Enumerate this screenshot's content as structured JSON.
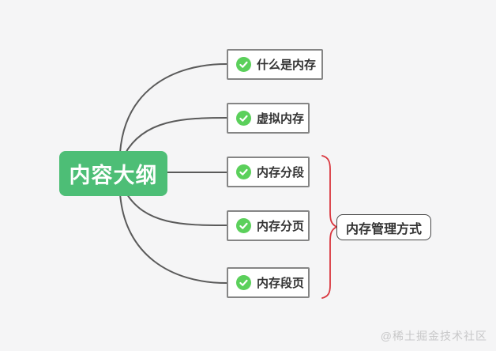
{
  "canvas": {
    "background": "#f5f5f6"
  },
  "mindmap": {
    "root": {
      "label": "内容大纲",
      "color": "#4dbe76",
      "text_color": "#ffffff"
    },
    "branch_icon": {
      "name": "check-circle",
      "color": "#5bd05b",
      "check_color": "#ffffff"
    },
    "branches": [
      {
        "label": "什么是内存"
      },
      {
        "label": "虚拟内存"
      },
      {
        "label": "内存分段"
      },
      {
        "label": "内存分页"
      },
      {
        "label": "内存段页"
      }
    ],
    "connector_color": "#5a5a5a",
    "group": {
      "label": "内存管理方式",
      "brace_color": "#d9363e",
      "grouped_branches": [
        "内存分段",
        "内存分页",
        "内存段页"
      ]
    }
  },
  "watermark": {
    "text": "@稀土掘金技术社区"
  }
}
